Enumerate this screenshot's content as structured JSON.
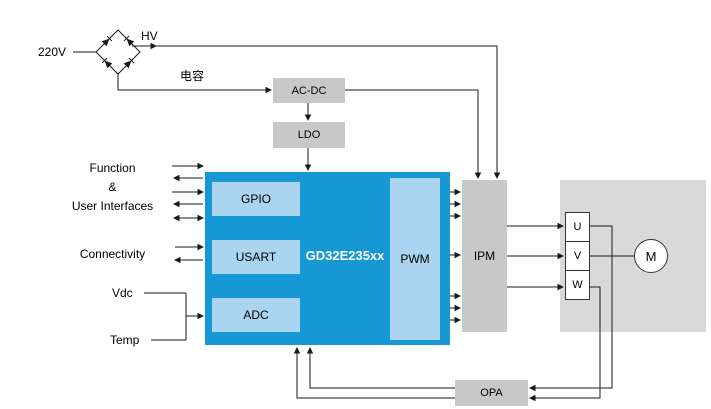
{
  "colors": {
    "mcu_blue": "#1598d4",
    "peripheral_blue": "#aad4f0",
    "block_gray": "#c8c8c8",
    "panel_gray": "#d9d9d9",
    "wire": "#1a1a1a"
  },
  "power": {
    "input": "220V",
    "hv": "HV",
    "capacitor": "电容",
    "acdc": "AC-DC",
    "ldo": "LDO"
  },
  "inputs": {
    "function1": "Function",
    "function2": "&",
    "function3": "User Interfaces",
    "connectivity": "Connectivity",
    "vdc": "Vdc",
    "temp": "Temp"
  },
  "mcu": {
    "name": "GD32E235xx",
    "gpio": "GPIO",
    "usart": "USART",
    "adc": "ADC",
    "pwm": "PWM"
  },
  "driver": {
    "ipm": "IPM",
    "opa": "OPA"
  },
  "motor": {
    "phase_u": "U",
    "phase_v": "V",
    "phase_w": "W",
    "m": "M"
  }
}
